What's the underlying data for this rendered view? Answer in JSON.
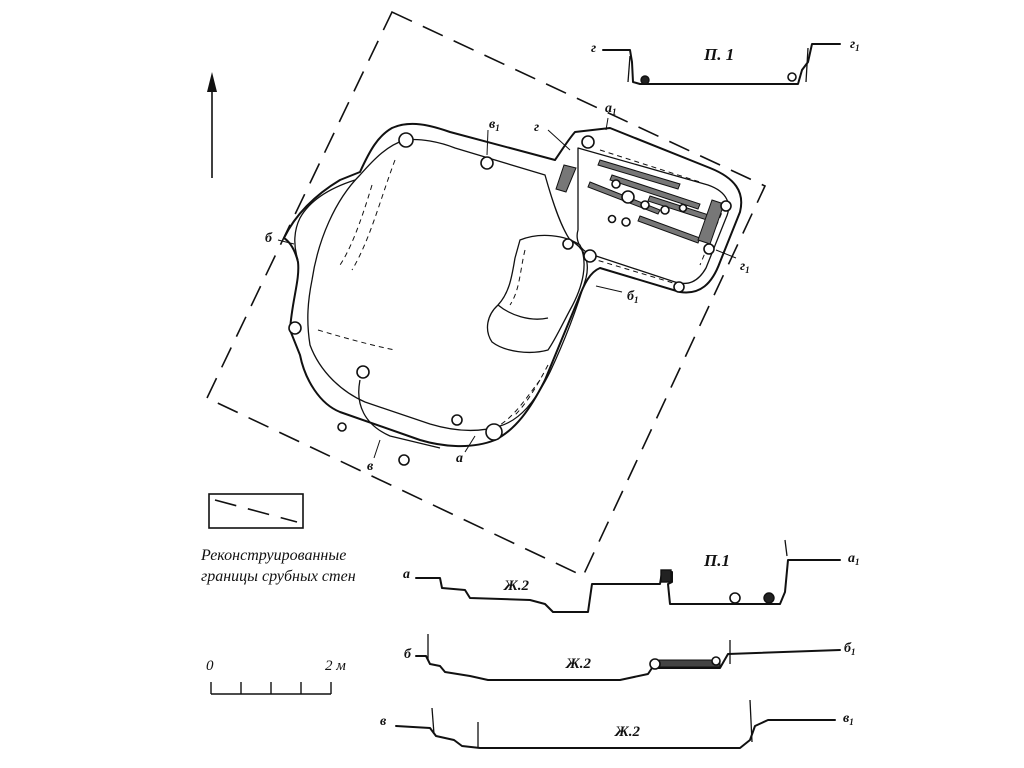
{
  "plan": {
    "section_labels": {
      "a": "а",
      "a1": "а",
      "b": "б",
      "b1": "б",
      "v": "в",
      "v1": "в",
      "g": "г",
      "g1": "г",
      "sub1": "1"
    },
    "north_arrow": "north-arrow"
  },
  "legend": {
    "caption_line1": "Реконструированные",
    "caption_line2": "границы срубных стен"
  },
  "scale": {
    "zero": "0",
    "end": "2 м"
  },
  "sections": {
    "g": {
      "left": "г",
      "right": "г",
      "sub": "1",
      "title": "П. 1"
    },
    "a": {
      "left": "а",
      "right": "а",
      "sub": "1",
      "title": "П.1",
      "fill_label": "Ж.2"
    },
    "b": {
      "left": "б",
      "right": "б",
      "sub": "1",
      "fill_label": "Ж.2"
    },
    "v": {
      "left": "в",
      "right": "в",
      "sub": "1",
      "fill_label": "Ж.2"
    }
  }
}
